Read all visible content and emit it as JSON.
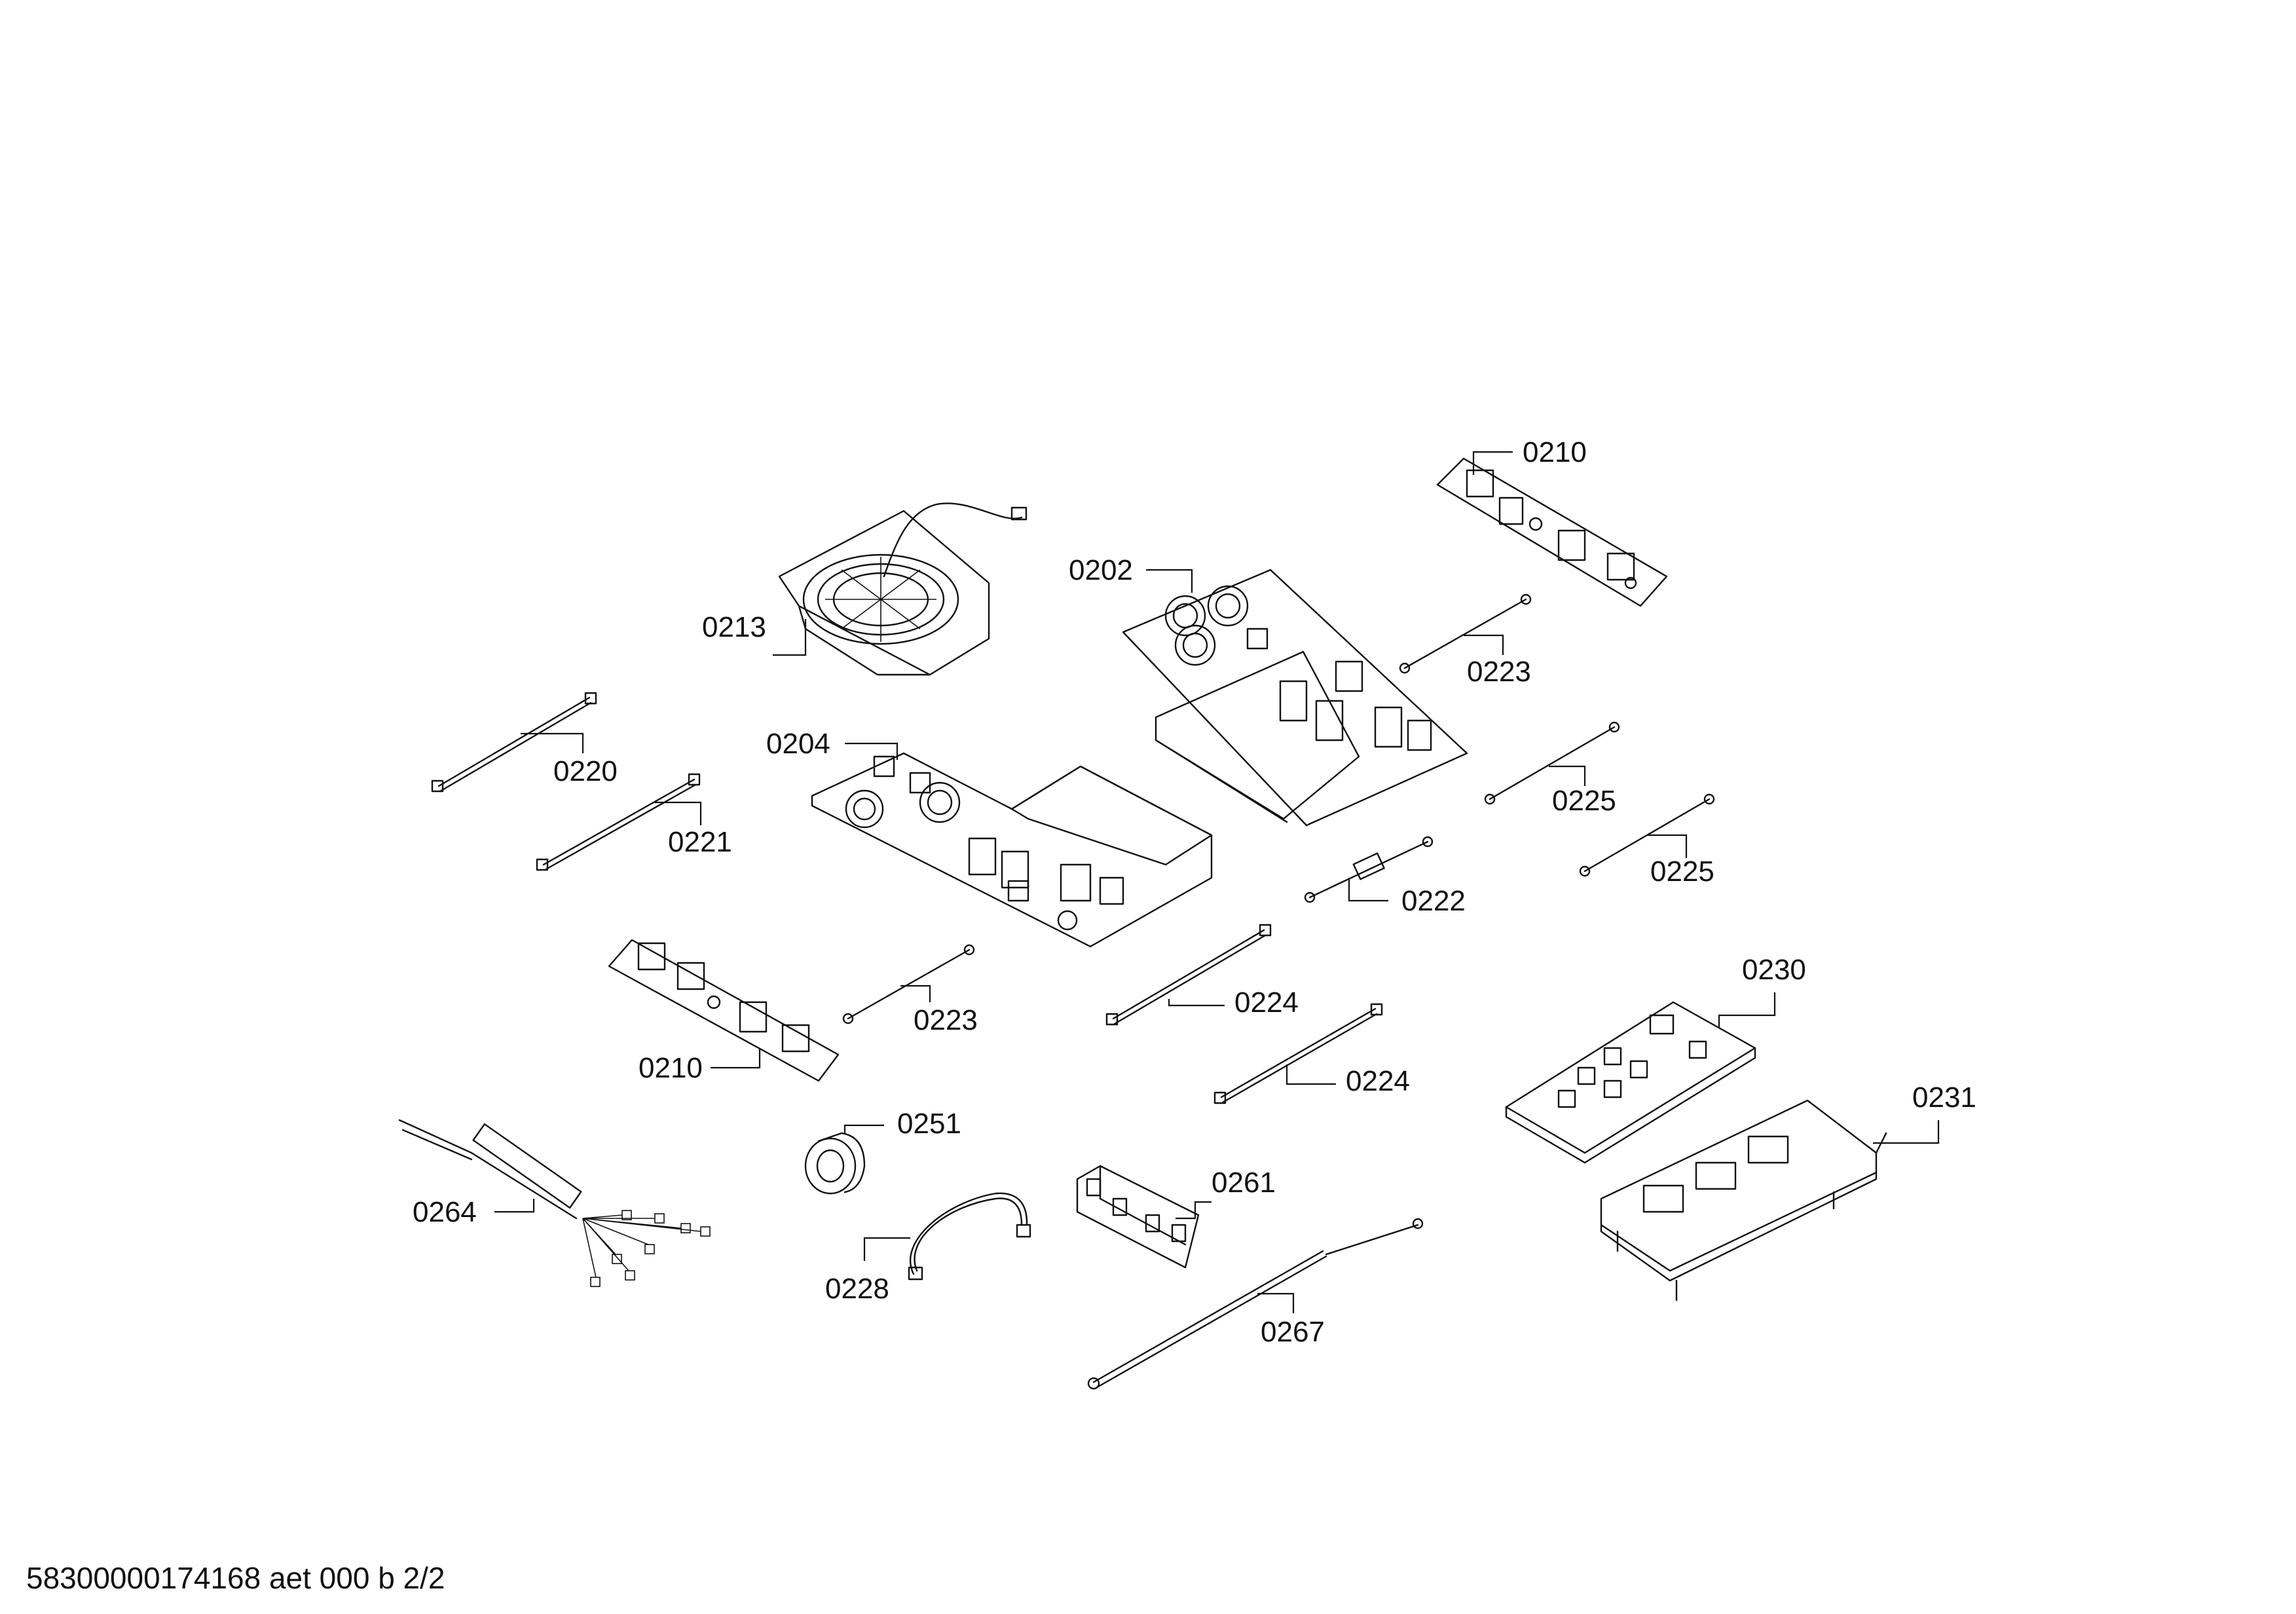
{
  "labels": {
    "p0202": "0202",
    "p0204": "0204",
    "p0210": "0210",
    "p0213": "0213",
    "p0220": "0220",
    "p0221": "0221",
    "p0222": "0222",
    "p0223": "0223",
    "p0224": "0224",
    "p0225": "0225",
    "p0228": "0228",
    "p0230": "0230",
    "p0231": "0231",
    "p0251": "0251",
    "p0261": "0261",
    "p0264": "0264",
    "p0267": "0267"
  },
  "footer": {
    "document_id": "58300000174168 aet 000 b 2/2"
  }
}
